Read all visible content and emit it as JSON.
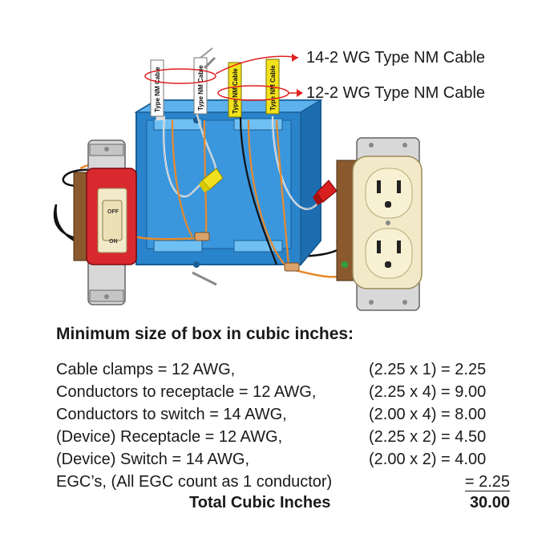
{
  "diagram": {
    "callouts": {
      "cable_14_2": "14-2 WG Type NM Cable",
      "cable_12_2": "12-2 WG Type NM Cable"
    },
    "cable_sheath_label": "Type NM Cable",
    "switch": {
      "off_label": "OFF",
      "on_label": "ON"
    },
    "colors": {
      "box_blue": "#2f8fd8",
      "switch_red": "#d8292f",
      "device_ivory": "#f2e9c8",
      "wire_orange": "#e8892b",
      "yellow_sheath": "#f2e21c",
      "callout_red": "#e02020",
      "wirenut_yellow": "#f0e020",
      "wirenut_red": "#d82020"
    }
  },
  "table": {
    "heading": "Minimum size of box in cubic inches:",
    "rows": [
      {
        "desc": "Cable clamps = 12 AWG,",
        "calc": "(2.25 x 1) = 2.25",
        "amount": ""
      },
      {
        "desc": "Conductors to receptacle = 12 AWG,",
        "calc": "(2.25 x 4) = 9.00",
        "amount": ""
      },
      {
        "desc": "Conductors to switch = 14 AWG,",
        "calc": "(2.00 x 4) = 8.00",
        "amount": ""
      },
      {
        "desc": "(Device) Receptacle = 12 AWG,",
        "calc": "(2.25 x 2) = 4.50",
        "amount": ""
      },
      {
        "desc": "(Device) Switch = 14 AWG,",
        "calc": "(2.00 x 2) = 4.00",
        "amount": ""
      },
      {
        "desc": "EGC’s, (All EGC count as 1 conductor)",
        "calc": "",
        "amount": "= 2.25"
      }
    ],
    "total": {
      "label": "Total Cubic Inches",
      "value": "30.00"
    }
  }
}
